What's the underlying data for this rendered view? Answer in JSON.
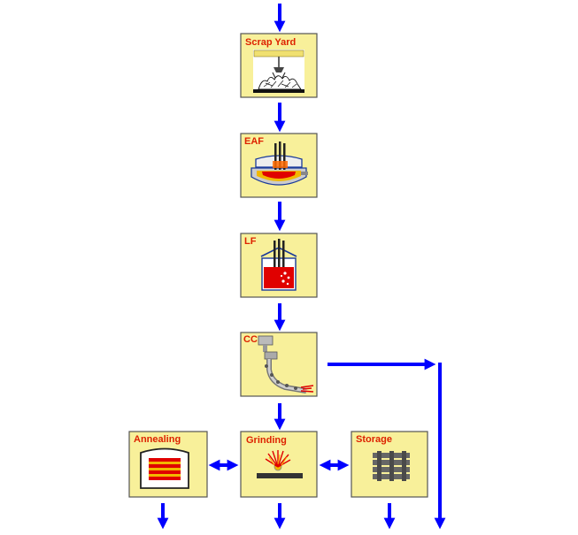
{
  "colors": {
    "arrow": "#0000FF",
    "box_fill": "#F8F09A",
    "box_border": "#555555",
    "label": "#DD2200",
    "inner_panel": "#FFFFFF",
    "steel_red": "#E00000",
    "electrode": "#222222",
    "gantry_yellow": "#F0E070",
    "storage_gray": "#666666"
  },
  "nodes": {
    "scrap_yard": {
      "label": "Scrap Yard",
      "icon": "crane-scrap-pile-icon"
    },
    "eaf": {
      "label": "EAF",
      "icon": "electric-arc-furnace-icon"
    },
    "lf": {
      "label": "LF",
      "icon": "ladle-furnace-icon"
    },
    "cc": {
      "label": "CC",
      "icon": "continuous-caster-icon"
    },
    "annealing": {
      "label": "Annealing",
      "icon": "annealing-furnace-icon"
    },
    "grinding": {
      "label": "Grinding",
      "icon": "grinding-sparks-icon"
    },
    "storage": {
      "label": "Storage",
      "icon": "stacked-bars-icon"
    }
  }
}
